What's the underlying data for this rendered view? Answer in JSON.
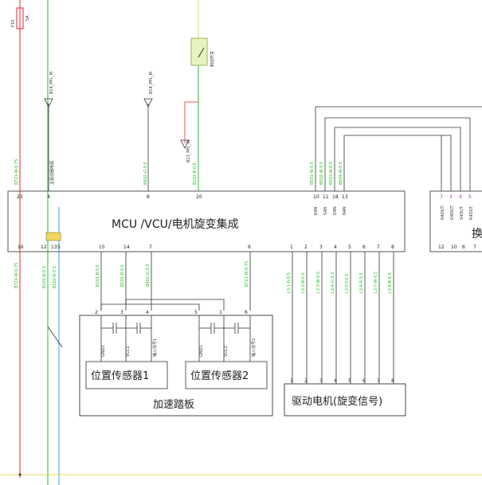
{
  "colors": {
    "wire_red": "#e8262a",
    "wire_green": "#22c22a",
    "wire_blue": "#3aa6ff",
    "wire_yellow": "#e8d84a",
    "wire_black": "#333333",
    "pin_purple": "#b030d0"
  },
  "fuse_label": "F10",
  "fuse_sub": "5A",
  "switch_label": "制动开关",
  "left_signals": {
    "sig1": "B14_PPL_M",
    "sig2": "主驱动器电源",
    "sig3": "B14_PPL_M",
    "sig4": "B13_PPL_M"
  },
  "module": {
    "title": "MCU /VCU/电机旋变集成",
    "top_pins": [
      "23",
      "4",
      "8",
      "20",
      "10",
      "11",
      "18",
      "13"
    ],
    "inner_labels": [
      "R4N",
      "S4N",
      "D4N",
      "N4N"
    ],
    "bottom_pins": [
      "16",
      "12",
      "13",
      "5",
      "15",
      "14",
      "7",
      "6",
      "1",
      "2",
      "3",
      "4",
      "5",
      "6",
      "7",
      "8"
    ]
  },
  "right_module": {
    "title": "换",
    "top_pins": [
      "7",
      "3",
      "4",
      "5"
    ],
    "inner_labels": [
      "N4OUT",
      "D4OUT",
      "S4OUT",
      "R4OUT"
    ],
    "bottom_pins": [
      "12",
      "10",
      "6",
      "7"
    ]
  },
  "wire_codes": {
    "w1": "B721-W-0.75",
    "w2": "B402-G-0.5",
    "w3": "B101-B-0.5",
    "w4": "B102-R-0.5",
    "w5": "B501-W-0.5",
    "w6": "B502-W-0.5",
    "w7": "B503-W-0.5",
    "w8": "B504-W-0.5",
    "w9": "L3-1-R-0.5",
    "w10": "L3-2-B-0.5",
    "w11": "L3-3-W-0.5",
    "w12": "L3-4-G-0.5",
    "w13": "L3-5-Y-0.5",
    "w14": "L3-6-R-0.5",
    "w15": "L3-7-W-0.5",
    "w16": "L3-8-B-0.5"
  },
  "pedal": {
    "title": "加速踏板",
    "sensor1": "位置传感器1",
    "sensor2": "位置传感器2",
    "pins_left": [
      "2",
      "3",
      "4"
    ],
    "pins_right": [
      "5",
      "1",
      "6"
    ],
    "sig_labels": [
      "GND2",
      "VCC1",
      "输入信号1",
      "GND1",
      "VCC2",
      "输入信号2"
    ]
  },
  "motor": {
    "title": "驱动电机(旋变信号)",
    "pins": [
      "1",
      "2",
      "3",
      "4",
      "5",
      "6",
      "7",
      "8"
    ]
  }
}
